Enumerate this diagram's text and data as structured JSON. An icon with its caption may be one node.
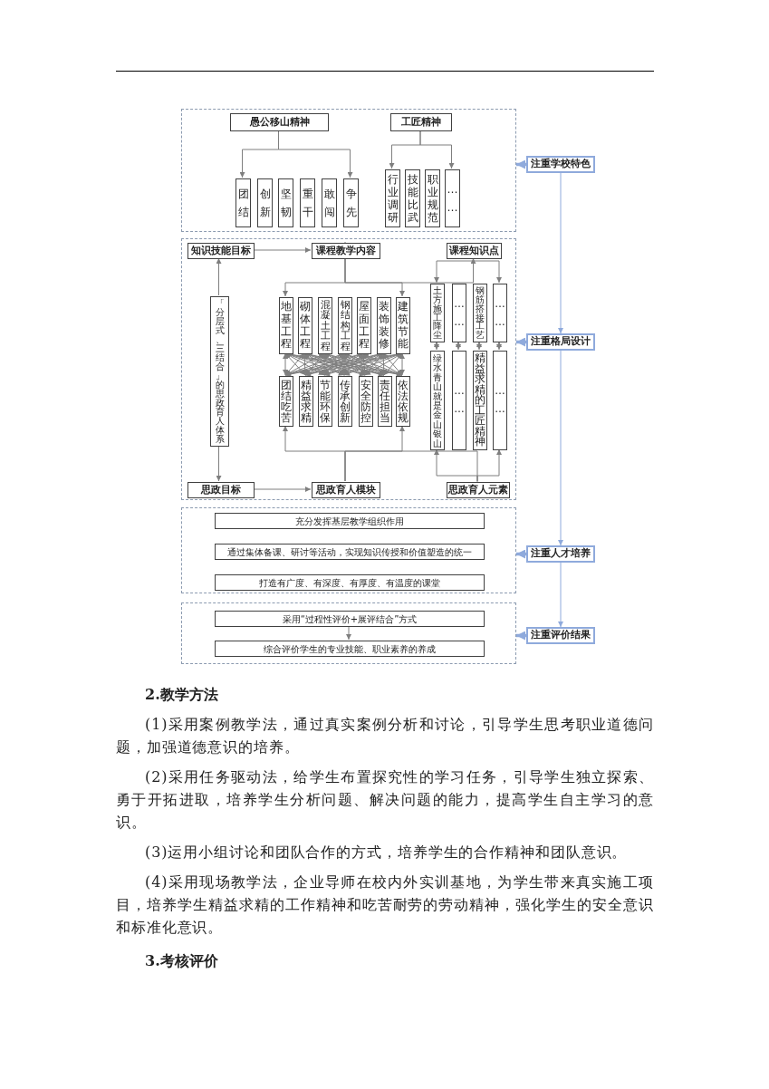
{
  "diagram": {
    "nodes": [
      {
        "text": [],
        "shape": "box"
      },
      {
        "text": [
          "愚公移山精神"
        ],
        "in": 0
      },
      {
        "text": [
          "工匠精神"
        ],
        "in": 0
      },
      {
        "text": [
          "团结"
        ],
        "in": 0
      },
      {
        "text": [
          "创新"
        ],
        "in": 0
      },
      {
        "text": [
          "坚韧"
        ],
        "in": 0
      },
      {
        "text": [
          "重干"
        ],
        "in": 0
      },
      {
        "text": [
          "敢闯"
        ],
        "in": 0
      },
      {
        "text": [
          "争先"
        ],
        "in": 0
      },
      {
        "text": [
          "行业调研"
        ],
        "in": 0
      },
      {
        "text": [
          "技能比武"
        ],
        "in": 0
      },
      {
        "text": [
          "职业规范"
        ],
        "in": 0
      },
      {
        "text": [
          "……"
        ],
        "in": 0
      },
      {
        "text": [],
        "shape": "box"
      },
      {
        "text": [
          "知识技能目标"
        ],
        "in": 13
      },
      {
        "text": [
          "课程教学内容"
        ],
        "in": 13
      },
      {
        "text": [
          "课程知识点"
        ],
        "in": 13
      },
      {
        "text": [
          "「分层式、三结合」的思政育人体系"
        ],
        "in": 13
      },
      {
        "text": [
          "地基工程"
        ],
        "in": 13
      },
      {
        "text": [
          "砌体工程"
        ],
        "in": 13
      },
      {
        "text": [
          "混凝土工程"
        ],
        "in": 13
      },
      {
        "text": [
          "钢结构工程"
        ],
        "in": 13
      },
      {
        "text": [
          "屋面工程"
        ],
        "in": 13
      },
      {
        "text": [
          "装饰装修"
        ],
        "in": 13
      },
      {
        "text": [
          "建筑节能"
        ],
        "in": 13
      },
      {
        "text": [
          "团结吃苦"
        ],
        "in": 13
      },
      {
        "text": [
          "精益求精"
        ],
        "in": 13
      },
      {
        "text": [
          "节能环保"
        ],
        "in": 13
      },
      {
        "text": [
          "传承创新"
        ],
        "in": 13
      },
      {
        "text": [
          "安全防控"
        ],
        "in": 13
      },
      {
        "text": [
          "责任担当"
        ],
        "in": 13
      },
      {
        "text": [
          "依法依规"
        ],
        "in": 13
      },
      {
        "text": [
          "思政目标"
        ],
        "in": 13
      },
      {
        "text": [
          "思政育人模块"
        ],
        "in": 13
      },
      {
        "text": [
          "思政育人元素"
        ],
        "in": 13
      },
      {
        "text": [
          "土方施工降尘"
        ],
        "in": 13
      },
      {
        "text": [
          "……"
        ],
        "in": 13
      },
      {
        "text": [
          "钢筋搭接工艺"
        ],
        "in": 13
      },
      {
        "text": [
          "……"
        ],
        "in": 13
      },
      {
        "text": [
          "绿水青山就是金山银山"
        ],
        "in": 13
      },
      {
        "text": [
          "……"
        ],
        "in": 13
      },
      {
        "text": [
          "精益求精的工匠精神"
        ],
        "in": 13
      },
      {
        "text": [
          "……"
        ],
        "in": 13
      },
      {
        "text": [],
        "shape": "box"
      },
      {
        "text": [
          "充分发挥基层教学组织作用"
        ],
        "in": 43
      },
      {
        "text": [
          "通过集体备课、研讨等活动，实现知识传授和价值塑造的统一"
        ],
        "in": 43
      },
      {
        "text": [
          "打造有广度、有深度、有厚度、有温度的课堂"
        ],
        "in": 43
      },
      {
        "text": [],
        "shape": "box"
      },
      {
        "text": [
          "采用“过程性评价+展评结合”方式"
        ],
        "in": 47
      },
      {
        "text": [
          "综合评价学生的专业技能、职业素养的养成"
        ],
        "in": 47
      },
      {
        "text": [
          "注重学校特色"
        ]
      },
      {
        "text": [
          "注重格局设计"
        ]
      },
      {
        "text": [
          "注重人才培养"
        ]
      },
      {
        "text": [
          "注重评价结果"
        ]
      }
    ],
    "edges": [
      {
        "from": 1,
        "to": 3,
        "arrow": "to"
      },
      {
        "from": 1,
        "to": 8,
        "arrow": "to"
      },
      {
        "from": 2,
        "to": 9,
        "arrow": "to"
      },
      {
        "from": 2,
        "to": 12,
        "arrow": "to"
      },
      {
        "from": 14,
        "to": 15,
        "arrow": "to"
      },
      {
        "from": 15,
        "to": 16,
        "arrow": "to"
      },
      {
        "from": 15,
        "to": 18,
        "arrow": "to"
      },
      {
        "from": 15,
        "to": 24,
        "arrow": "to"
      },
      {
        "from": 17,
        "to": 14,
        "arrow": "to"
      },
      {
        "from": 17,
        "to": 32,
        "arrow": "to"
      },
      {
        "from": 16,
        "to": 35,
        "arrow": "to"
      },
      {
        "from": 16,
        "to": 38,
        "arrow": "to"
      },
      {
        "from": 35,
        "to": 39,
        "arrow": "both"
      },
      {
        "from": 36,
        "to": 40,
        "arrow": "both"
      },
      {
        "from": 37,
        "to": 41,
        "arrow": "both"
      },
      {
        "from": 38,
        "to": 42,
        "arrow": "both"
      },
      {
        "from": 18,
        "to": 25,
        "arrow": "both"
      },
      {
        "from": 18,
        "to": 26,
        "arrow": "both"
      },
      {
        "from": 18,
        "to": 27,
        "arrow": "both"
      },
      {
        "from": 18,
        "to": 28,
        "arrow": "both"
      },
      {
        "from": 18,
        "to": 29,
        "arrow": "both"
      },
      {
        "from": 18,
        "to": 30,
        "arrow": "both"
      },
      {
        "from": 18,
        "to": 31,
        "arrow": "both"
      },
      {
        "from": 19,
        "to": 25,
        "arrow": "both"
      },
      {
        "from": 19,
        "to": 26,
        "arrow": "both"
      },
      {
        "from": 19,
        "to": 27,
        "arrow": "both"
      },
      {
        "from": 19,
        "to": 28,
        "arrow": "both"
      },
      {
        "from": 19,
        "to": 29,
        "arrow": "both"
      },
      {
        "from": 19,
        "to": 30,
        "arrow": "both"
      },
      {
        "from": 19,
        "to": 31,
        "arrow": "both"
      },
      {
        "from": 20,
        "to": 25,
        "arrow": "both"
      },
      {
        "from": 20,
        "to": 26,
        "arrow": "both"
      },
      {
        "from": 20,
        "to": 27,
        "arrow": "both"
      },
      {
        "from": 20,
        "to": 28,
        "arrow": "both"
      },
      {
        "from": 20,
        "to": 29,
        "arrow": "both"
      },
      {
        "from": 20,
        "to": 30,
        "arrow": "both"
      },
      {
        "from": 20,
        "to": 31,
        "arrow": "both"
      },
      {
        "from": 21,
        "to": 25,
        "arrow": "both"
      },
      {
        "from": 21,
        "to": 26,
        "arrow": "both"
      },
      {
        "from": 21,
        "to": 27,
        "arrow": "both"
      },
      {
        "from": 21,
        "to": 28,
        "arrow": "both"
      },
      {
        "from": 21,
        "to": 29,
        "arrow": "both"
      },
      {
        "from": 21,
        "to": 30,
        "arrow": "both"
      },
      {
        "from": 21,
        "to": 31,
        "arrow": "both"
      },
      {
        "from": 22,
        "to": 25,
        "arrow": "both"
      },
      {
        "from": 22,
        "to": 26,
        "arrow": "both"
      },
      {
        "from": 22,
        "to": 27,
        "arrow": "both"
      },
      {
        "from": 22,
        "to": 28,
        "arrow": "both"
      },
      {
        "from": 22,
        "to": 29,
        "arrow": "both"
      },
      {
        "from": 22,
        "to": 30,
        "arrow": "both"
      },
      {
        "from": 22,
        "to": 31,
        "arrow": "both"
      },
      {
        "from": 23,
        "to": 25,
        "arrow": "both"
      },
      {
        "from": 23,
        "to": 26,
        "arrow": "both"
      },
      {
        "from": 23,
        "to": 27,
        "arrow": "both"
      },
      {
        "from": 23,
        "to": 28,
        "arrow": "both"
      },
      {
        "from": 23,
        "to": 29,
        "arrow": "both"
      },
      {
        "from": 23,
        "to": 30,
        "arrow": "both"
      },
      {
        "from": 23,
        "to": 31,
        "arrow": "both"
      },
      {
        "from": 24,
        "to": 25,
        "arrow": "both"
      },
      {
        "from": 24,
        "to": 26,
        "arrow": "both"
      },
      {
        "from": 24,
        "to": 27,
        "arrow": "both"
      },
      {
        "from": 24,
        "to": 28,
        "arrow": "both"
      },
      {
        "from": 24,
        "to": 29,
        "arrow": "both"
      },
      {
        "from": 24,
        "to": 30,
        "arrow": "both"
      },
      {
        "from": 24,
        "to": 31,
        "arrow": "both"
      },
      {
        "from": 32,
        "to": 33,
        "arrow": "to"
      },
      {
        "from": 33,
        "to": 34,
        "arrow": "to"
      },
      {
        "from": 33,
        "to": 25,
        "arrow": "to"
      },
      {
        "from": 33,
        "to": 31,
        "arrow": "to"
      },
      {
        "from": 34,
        "to": 39,
        "arrow": "to"
      },
      {
        "from": 34,
        "to": 42,
        "arrow": "to"
      },
      {
        "from": 48,
        "to": 49,
        "arrow": "to"
      },
      {
        "from": 50,
        "to": 51,
        "arrow": "to",
        "color": "#8faadc"
      },
      {
        "from": 51,
        "to": 52,
        "arrow": "to",
        "color": "#8faadc"
      },
      {
        "from": 52,
        "to": 53,
        "arrow": "to",
        "color": "#8faadc"
      },
      {
        "from": 50,
        "to": 0,
        "arrow": "to",
        "style": "thick",
        "color": "#8faadc"
      },
      {
        "from": 51,
        "to": 13,
        "arrow": "to",
        "style": "thick",
        "color": "#8faadc"
      },
      {
        "from": 52,
        "to": 43,
        "arrow": "to",
        "style": "thick",
        "color": "#8faadc"
      },
      {
        "from": 53,
        "to": 47,
        "arrow": "to",
        "style": "thick",
        "color": "#8faadc"
      }
    ],
    "labels": [
      "2.教学方法",
      "(1)采用案例教学法，通过真实案例分析和讨论，引导学生思考职业道德问题，加强道德意识的培养。",
      "(2)采用任务驱动法，给学生布置探究性的学习任务，引导学生独立探索、勇于开拓进取，培养学生分析问题、解决问题的能力，提高学生自主学习的意识。",
      "(3)运用小组讨论和团队合作的方式，培养学生的合作精神和团队意识。",
      "(4)采用现场教学法，企业导师在校内外实训基地，为学生带来真实施工项目，培养学生精益求精的工作精神和吃苦耐劳的劳动精神，强化学生的安全意识和标准化意识。",
      "3.考核评价"
    ]
  }
}
